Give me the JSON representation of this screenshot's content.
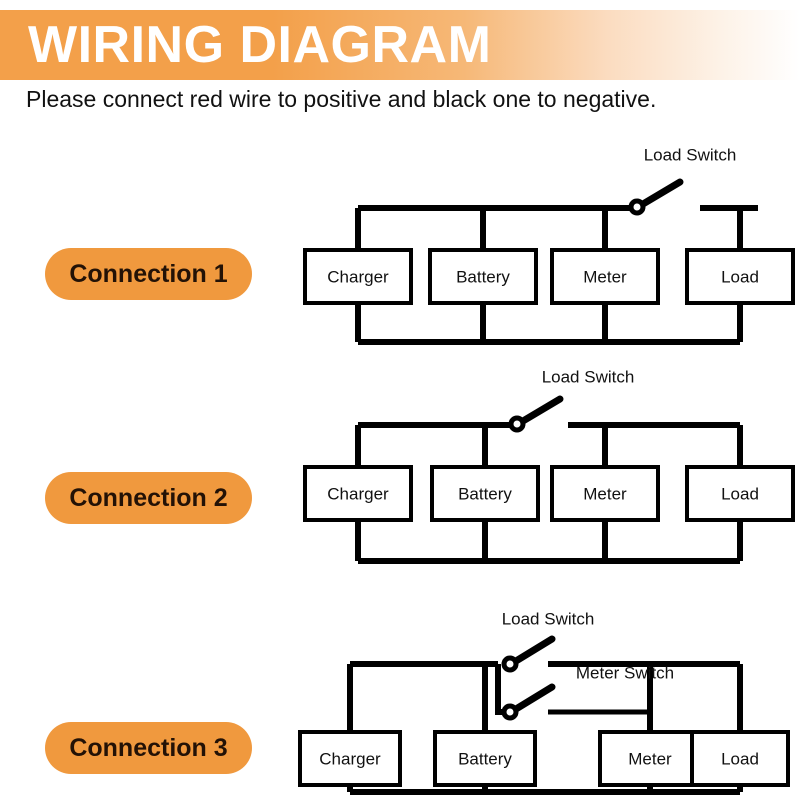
{
  "header": {
    "title": "WIRING DIAGRAM",
    "subtitle": "Please connect red wire to positive and black one to negative.",
    "accent_color": "#f0993e",
    "gradient_from": "#f3a04a",
    "gradient_to": "#ffffff"
  },
  "badges": {
    "connection_1": "Connection 1",
    "connection_2": "Connection 2",
    "connection_3": "Connection 3"
  },
  "components": {
    "charger": "Charger",
    "battery": "Battery",
    "meter": "Meter",
    "load": "Load"
  },
  "switches": {
    "load_switch": "Load Switch",
    "meter_switch": "Meter Switch"
  },
  "diagrams": [
    {
      "id": "connection-1",
      "badge": "Connection 1",
      "boxes": [
        "Charger",
        "Battery",
        "Meter",
        "Load"
      ],
      "switch_labels": [
        "Load Switch"
      ],
      "switch_between": "Meter / Load",
      "description": "Charger, Battery, Meter share a continuous top rail; Load Switch opens the rail between Meter and Load."
    },
    {
      "id": "connection-2",
      "badge": "Connection 2",
      "boxes": [
        "Charger",
        "Battery",
        "Meter",
        "Load"
      ],
      "switch_labels": [
        "Load Switch"
      ],
      "switch_between": "Battery / Meter",
      "description": "Charger and Battery share the left top rail; Load Switch opens the rail between Battery and the Meter/Load rail."
    },
    {
      "id": "connection-3",
      "badge": "Connection 3",
      "boxes": [
        "Charger",
        "Battery",
        "Meter",
        "Load"
      ],
      "switch_labels": [
        "Load Switch",
        "Meter Switch"
      ],
      "switch_between": "Battery / Meter and Load",
      "description": "Battery top node branches to two switches: Load Switch feeds the upper rail to Load, Meter Switch feeds the lower rail to Meter."
    }
  ],
  "colors": {
    "wire": "#000000",
    "box_fill": "#ffffff",
    "text": "#111111",
    "badge_text": "#231206"
  }
}
